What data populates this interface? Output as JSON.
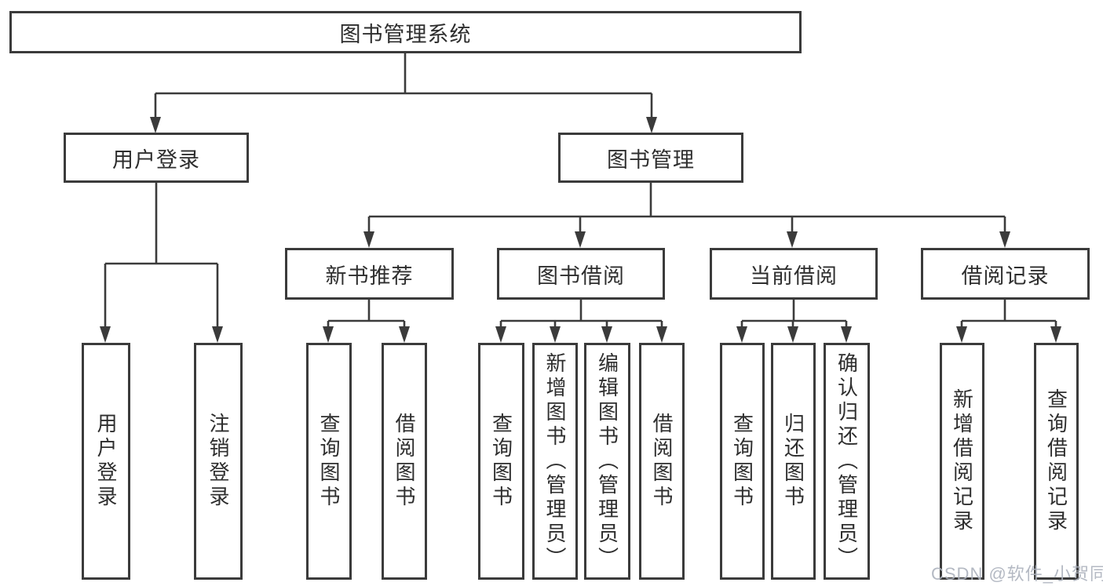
{
  "colors": {
    "line": "#3b3b3b",
    "border": "#3b3b3b",
    "text": "#2e2e2e",
    "background": "#ffffff",
    "watermark": "#acb1bc"
  },
  "watermark": {
    "text": "CSDN @软件_小贺同学"
  },
  "tree": {
    "label": "图书管理系统",
    "children": [
      {
        "label": "用户登录",
        "children": [
          {
            "label": "用户登录"
          },
          {
            "label": "注销登录"
          }
        ]
      },
      {
        "label": "图书管理",
        "children": [
          {
            "label": "新书推荐",
            "children": [
              {
                "label": "查询图书"
              },
              {
                "label": "借阅图书"
              }
            ]
          },
          {
            "label": "图书借阅",
            "children": [
              {
                "label": "查询图书"
              },
              {
                "label": "新增图书（管理员）"
              },
              {
                "label": "编辑图书（管理员）"
              },
              {
                "label": "借阅图书"
              }
            ]
          },
          {
            "label": "当前借阅",
            "children": [
              {
                "label": "查询图书"
              },
              {
                "label": "归还图书"
              },
              {
                "label": "确认归还（管理员）"
              }
            ]
          },
          {
            "label": "借阅记录",
            "children": [
              {
                "label": "新增借阅记录"
              },
              {
                "label": "查询借阅记录"
              }
            ]
          }
        ]
      }
    ]
  }
}
